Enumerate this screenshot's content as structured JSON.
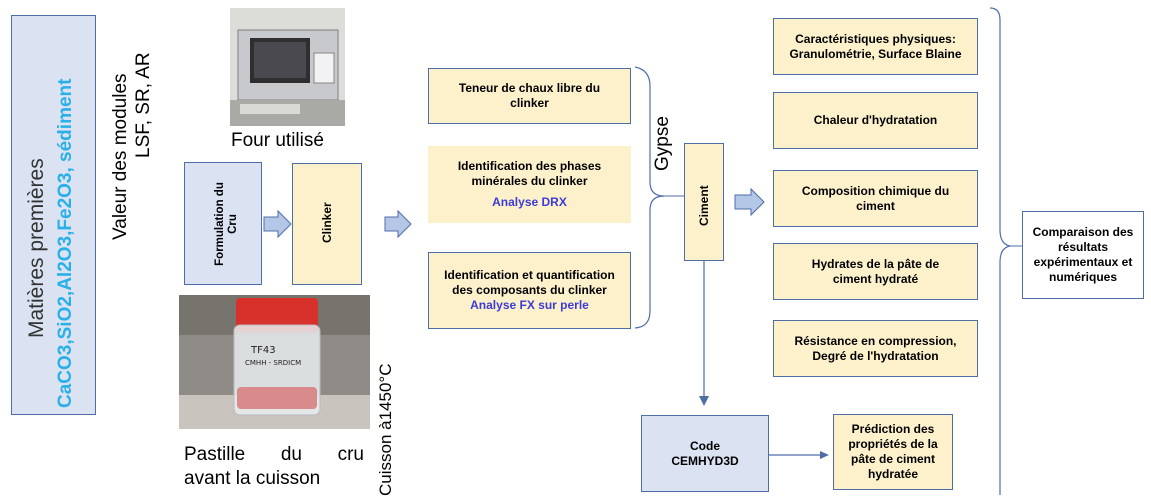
{
  "raw_materials": {
    "title": "Matières premières",
    "composition": "CaCO3,SiO2,Al2O3,Fe2O3, sédiment"
  },
  "modules_label": {
    "line1": "Valeur des modules",
    "line2": "LSF, SR, AR"
  },
  "furnace": {
    "caption": "Four utilisé"
  },
  "pellet": {
    "caption_line1": "Pastille du cru",
    "caption_line2": "avant la cuisson",
    "jar_text1": "TF43",
    "jar_text2": "CMHH - SRDICM"
  },
  "firing": {
    "label": "Cuisson à1450°C"
  },
  "steps": {
    "formulation": "Formulation du Cru",
    "clinker": "Clinker",
    "cement": "Ciment",
    "gypsum": "Gypse"
  },
  "clinker_analysis": [
    {
      "text": "Teneur de chaux libre du clinker",
      "method": ""
    },
    {
      "text": "Identification des phases minérales du clinker",
      "method": "Analyse DRX"
    },
    {
      "text": "Identification et quantification des composants du clinker",
      "method": "Analyse FX sur perle"
    }
  ],
  "cement_properties": [
    "Caractéristiques physiques: Granulométrie, Surface Blaine",
    "Chaleur d'hydratation",
    "Composition chimique du ciment",
    "Hydrates de la pâte de ciment hydraté",
    "Résistance en compression, Degré de l'hydratation"
  ],
  "simulation": {
    "code": "Code CEMHYD3D",
    "prediction": "Prédiction des propriétés de la pâte de ciment hydratée"
  },
  "comparison": "Comparaison des résultats expérimentaux et numériques",
  "colors": {
    "box_yellow": "#fdf1cc",
    "box_blue": "#dbe3f2",
    "border": "#4f6ea8",
    "accent_cyan": "#2ab0e8",
    "accent_blue": "#3b3bd6",
    "arrow_fill": "#b4c7e7"
  }
}
